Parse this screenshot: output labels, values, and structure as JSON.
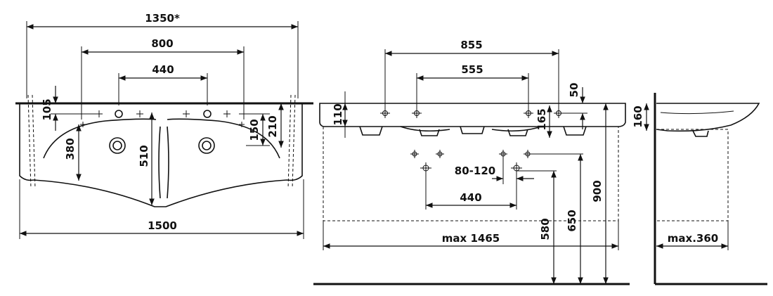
{
  "top_view": {
    "dim_overall_width": "1350*",
    "dim_tap_spacing": "800",
    "dim_hole_spacing": "440",
    "dim_left_edge": "105",
    "dim_left_hole": "380",
    "dim_basin_depth": "510",
    "dim_right_hole": "150",
    "dim_right_edge": "210",
    "dim_bottom_width": "1500"
  },
  "front_view": {
    "dim_outer": "855",
    "dim_inner": "555",
    "dim_top": "50",
    "dim_height": "110",
    "dim_side": "165",
    "dim_adjust": "80-120",
    "dim_holes": "440",
    "dim_max_width": "max 1465",
    "dim_580": "580",
    "dim_650": "650",
    "dim_900": "900"
  },
  "side_view": {
    "dim_height": "160",
    "dim_max_depth": "max.360"
  }
}
